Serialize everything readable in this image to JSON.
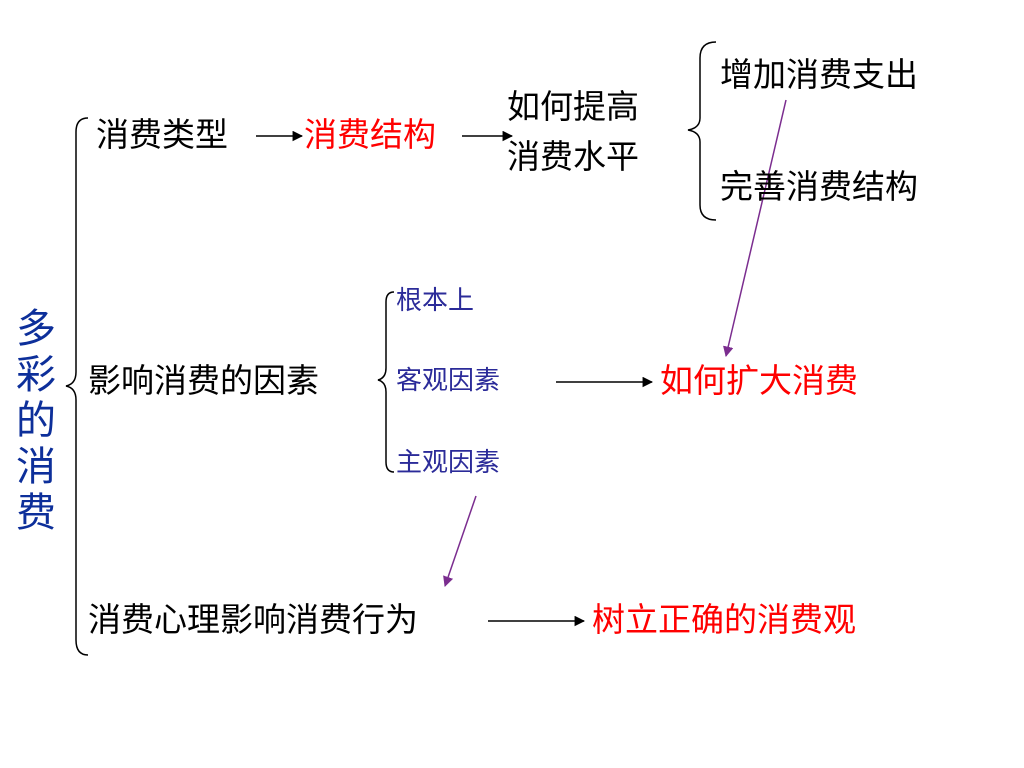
{
  "root": {
    "chars": [
      "多",
      "彩",
      "的",
      "消",
      "费"
    ]
  },
  "branch1": {
    "type_label": "消费类型",
    "structure_label": "消费结构",
    "question_line1": "如何提高",
    "question_line2": "消费水平",
    "option1": "增加消费支出",
    "option2": "完善消费结构"
  },
  "branch2": {
    "factors_label": "影响消费的因素",
    "factor1": "根本上",
    "factor2": "客观因素",
    "factor3": "主观因素",
    "result": "如何扩大消费"
  },
  "branch3": {
    "psychology_label": "消费心理影响消费行为",
    "result": "树立正确的消费观"
  },
  "colors": {
    "black": "#000000",
    "red": "#ff0000",
    "blue": "#0d2f9a",
    "indigo": "#2b2b99",
    "purple": "#7b2d8f"
  }
}
